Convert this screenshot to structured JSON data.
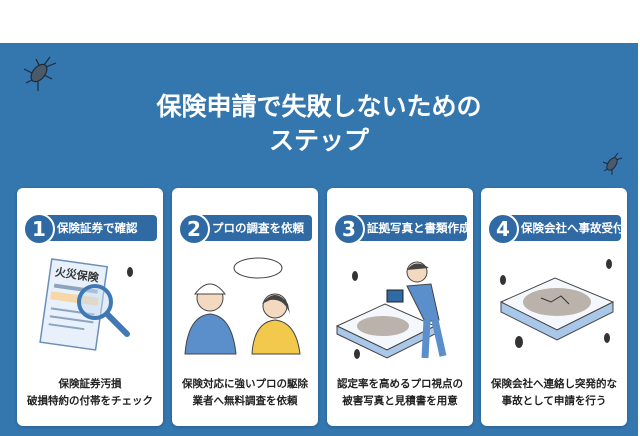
{
  "title": {
    "line1": "保険申請で失敗しないための",
    "line2": "ステップ"
  },
  "colors": {
    "background": "#3476ae",
    "badge": "#2f6aa5",
    "card": "#ffffff"
  },
  "steps": [
    {
      "number": "1",
      "label": "保険証券で確認",
      "desc1": "保険証券汚損",
      "desc2": "破損特約の付帯をチェック",
      "illustration": "insurance-document-magnifier",
      "doc_text": "火災保険"
    },
    {
      "number": "2",
      "label": "プロの調査を依頼",
      "desc1": "保険対応に強いプロの駆除",
      "desc2": "業者へ無料調査を依頼",
      "illustration": "worker-and-customer-talking"
    },
    {
      "number": "3",
      "label": "証拠写真と書類作成",
      "desc1": "認定率を高めるプロ視点の",
      "desc2": "被害写真と見積書を用意",
      "illustration": "man-photographing-mattress"
    },
    {
      "number": "4",
      "label": "保険会社へ事故受付",
      "desc1": "保険会社へ連絡し突発的な",
      "desc2": "事故として申請を行う",
      "illustration": "damaged-mattress-with-bugs"
    }
  ]
}
